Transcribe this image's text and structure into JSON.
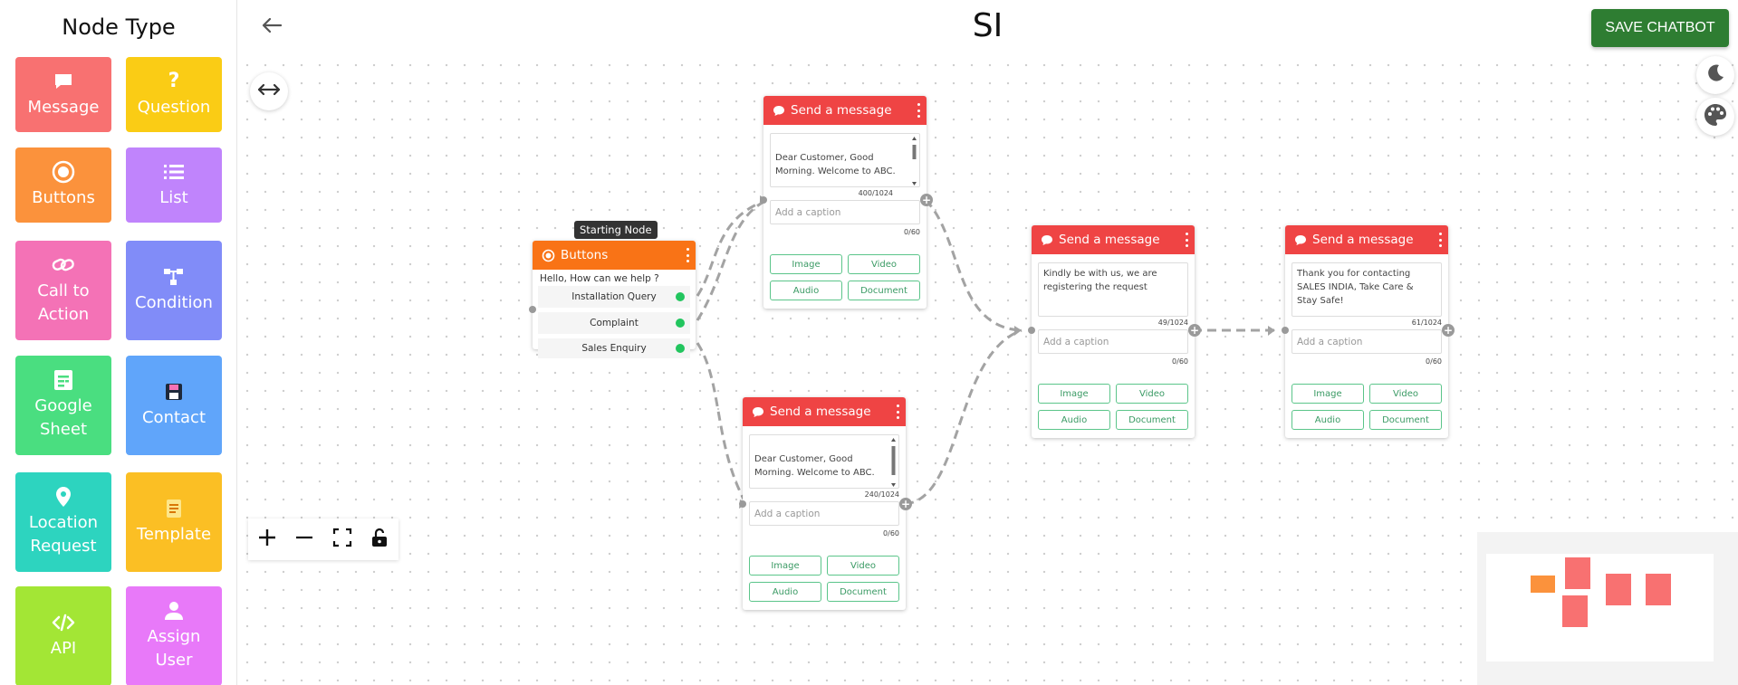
{
  "sidebar": {
    "title": "Node Type",
    "tiles": [
      {
        "label": "Message",
        "icon": "message-icon",
        "color": "#f87171"
      },
      {
        "label": "Question",
        "icon": "question-icon",
        "color": "#facc15"
      },
      {
        "label": "Buttons",
        "icon": "radio-button-icon",
        "color": "#fb923c"
      },
      {
        "label": "List",
        "icon": "list-icon",
        "color": "#c084fc"
      },
      {
        "label": "Call to\nAction",
        "icon": "link-icon",
        "color": "#f472b6"
      },
      {
        "label": "Condition",
        "icon": "branch-icon",
        "color": "#818cf8"
      },
      {
        "label": "Google\nSheet",
        "icon": "sheet-icon",
        "color": "#4ade80"
      },
      {
        "label": "Contact",
        "icon": "contact-icon",
        "color": "#60a5fa"
      },
      {
        "label": "Location\nRequest",
        "icon": "location-pin-icon",
        "color": "#2dd4bf"
      },
      {
        "label": "Template",
        "icon": "template-icon",
        "color": "#fbbf24"
      },
      {
        "label": "API",
        "icon": "code-icon",
        "color": "#a3e635"
      },
      {
        "label": "Assign\nUser",
        "icon": "user-icon",
        "color": "#e879f9"
      }
    ]
  },
  "header": {
    "title": "SI",
    "save_label": "SAVE CHATBOT",
    "save_color": "#2e7d32"
  },
  "canvas": {
    "start_tag": "Starting Node",
    "buttons_node": {
      "title": "Buttons",
      "header_color": "#f97316",
      "prompt": "Hello, How can we help ?",
      "options": [
        "Installation Query",
        "Complaint",
        "Sales Enquiry"
      ]
    },
    "message_nodes": [
      {
        "title": "Send a message",
        "text": "Dear Customer, Good Morning. Welcome to ABC.\n\nPlease share image of",
        "counter": "400/1024",
        "caption_placeholder": "Add a caption",
        "caption_counter": "0/60",
        "buttons": [
          "Image",
          "Video",
          "Audio",
          "Document"
        ]
      },
      {
        "title": "Send a message",
        "text": "Dear Customer, Good Morning. Welcome to ABC.\n\nPlease share your details in",
        "counter": "240/1024",
        "caption_placeholder": "Add a caption",
        "caption_counter": "0/60",
        "buttons": [
          "Image",
          "Video",
          "Audio",
          "Document"
        ]
      },
      {
        "title": "Send a message",
        "text": "Kindly be with us, we are registering the request",
        "counter": "49/1024",
        "caption_placeholder": "Add a caption",
        "caption_counter": "0/60",
        "buttons": [
          "Image",
          "Video",
          "Audio",
          "Document"
        ]
      },
      {
        "title": "Send a message",
        "text": "Thank you for contacting SALES INDIA, Take Care & Stay Safe!",
        "counter": "61/1024",
        "caption_placeholder": "Add a caption",
        "caption_counter": "0/60",
        "buttons": [
          "Image",
          "Video",
          "Audio",
          "Document"
        ]
      }
    ],
    "message_header_color": "#ef4444",
    "toolbar": [
      "zoom-in-icon",
      "zoom-out-icon",
      "fit-view-icon",
      "lock-icon"
    ],
    "minimap_colors": {
      "buttons": "#fb923c",
      "message": "#f87171"
    }
  }
}
